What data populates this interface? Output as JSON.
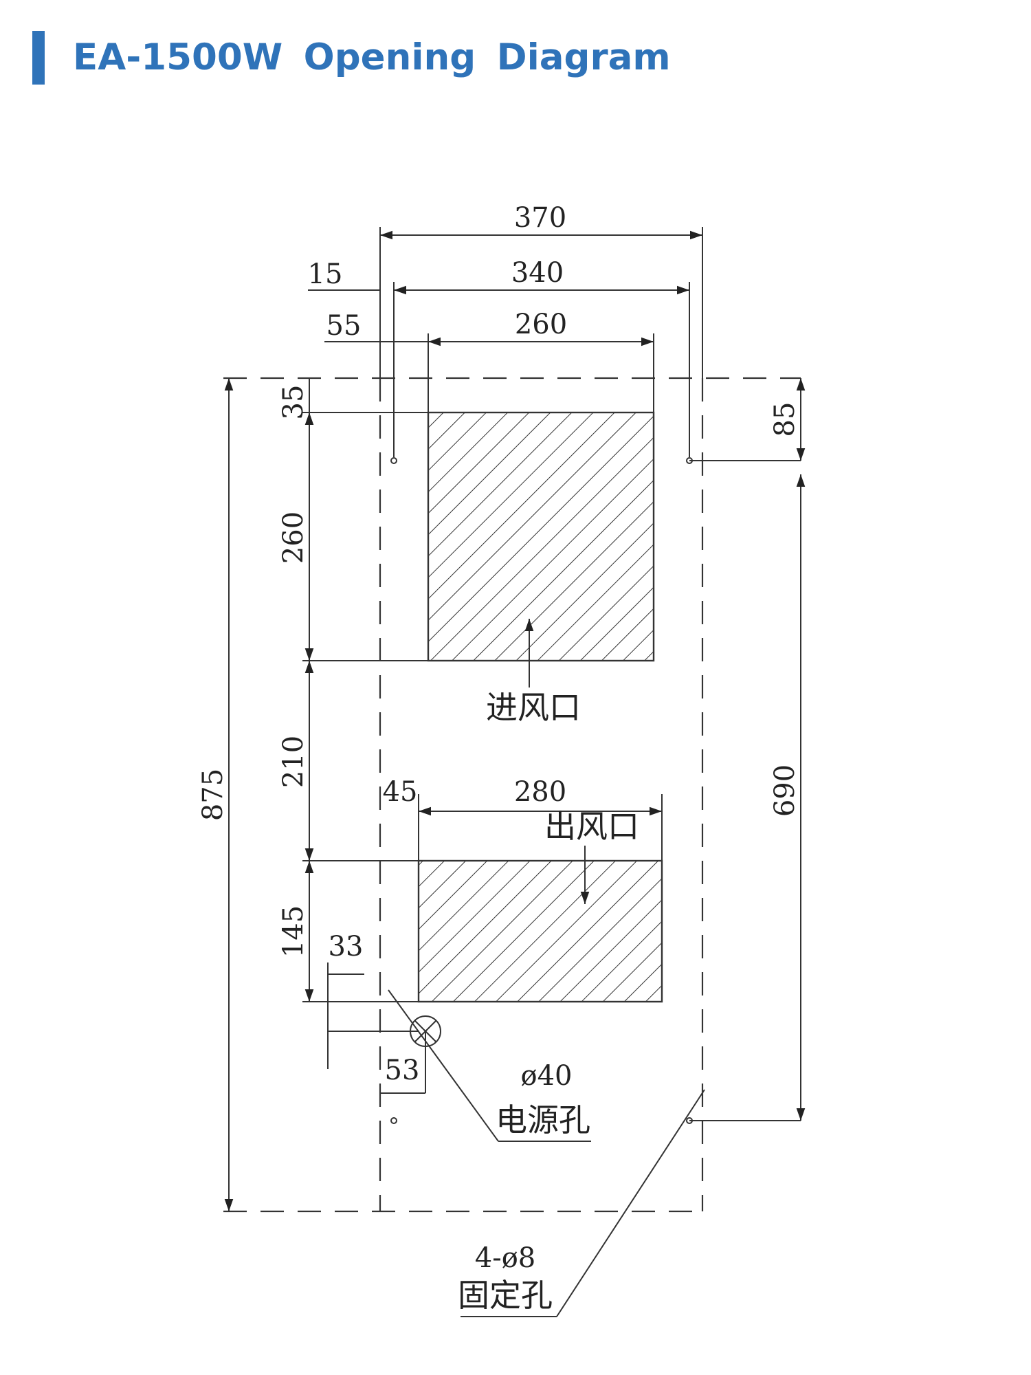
{
  "header": {
    "title": "EA-1500W Opening Diagram"
  },
  "colors": {
    "accent": "#2f73b9",
    "line": "#333333"
  },
  "dims": {
    "w370": "370",
    "w15": "15",
    "w340": "340",
    "w55": "55",
    "w260": "260",
    "h35": "35",
    "h260": "260",
    "h210": "210",
    "h145": "145",
    "h875": "875",
    "h85": "85",
    "h690": "690",
    "w45": "45",
    "w280": "280",
    "w33": "33",
    "w53": "53"
  },
  "labels": {
    "inlet": "进风口",
    "outlet": "出风口",
    "power_dia": "ø40",
    "power_hole": "电源孔",
    "fix_spec": "4-ø8",
    "fix_hole": "固定孔"
  }
}
